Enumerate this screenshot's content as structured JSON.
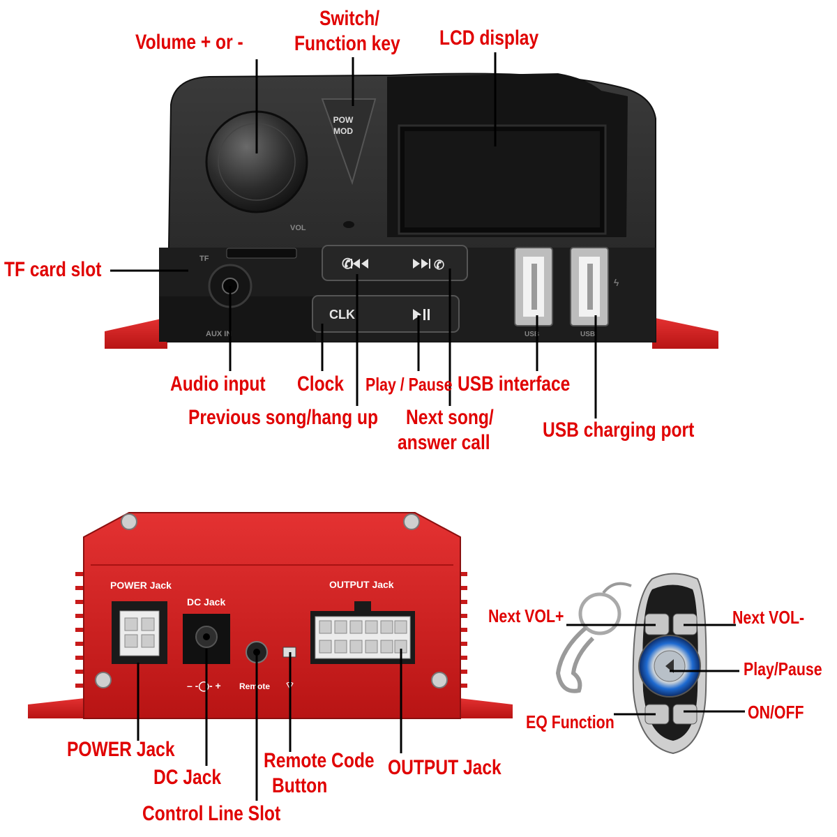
{
  "front_panel": {
    "device": {
      "pow_mod_line1": "POW",
      "pow_mod_line2": "MOD",
      "vol_text": "VOL",
      "tf_text": "TF",
      "aux_text": "AUX IN",
      "clk_text": "CLK",
      "usb_text_1": "USB",
      "usb_text_2": "USB"
    },
    "labels": {
      "volume": "Volume + or -",
      "switch_line1": "Switch/",
      "switch_line2": "Function key",
      "lcd": "LCD display",
      "tf_card": "TF card slot",
      "audio_input": "Audio input",
      "clock": "Clock",
      "play_pause": "Play / Pause",
      "usb_interface": "USB interface",
      "previous": "Previous song/hang up",
      "next_line1": "Next song/",
      "next_line2": "answer call",
      "usb_charging": "USB charging port"
    }
  },
  "rear_panel": {
    "device": {
      "power_jack": "POWER Jack",
      "dc_jack": "DC Jack",
      "output_jack": "OUTPUT Jack",
      "remote_text": "Remote"
    },
    "labels": {
      "power_jack": "POWER Jack",
      "dc_jack": "DC Jack",
      "control_line": "Control Line Slot",
      "remote_line1": "Remote Code",
      "remote_line2": "Button",
      "output_jack": "OUTPUT Jack"
    }
  },
  "remote": {
    "labels": {
      "next_vol_plus": "Next VOL+",
      "next_vol_minus": "Next VOL-",
      "play_pause": "Play/Pause",
      "eq": "EQ Function",
      "on_off": "ON/OFF"
    }
  },
  "colors": {
    "label_red": "#e00000",
    "device_red": "#d61f1f",
    "device_black": "#2a2a2a"
  }
}
